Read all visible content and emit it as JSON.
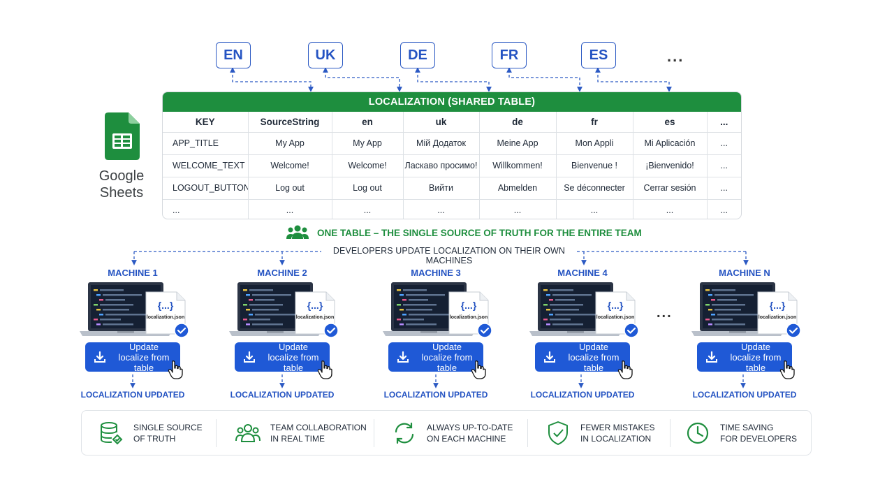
{
  "languages": [
    "EN",
    "UK",
    "DE",
    "FR",
    "ES"
  ],
  "languages_more": "...",
  "table": {
    "title": "LOCALIZATION (SHARED TABLE)",
    "headers": [
      "KEY",
      "SourceString",
      "en",
      "uk",
      "de",
      "fr",
      "es",
      "..."
    ],
    "rows": [
      [
        "APP_TITLE",
        "My App",
        "My App",
        "Мій Додаток",
        "Meine App",
        "Mon Appli",
        "Mi Aplicación",
        "..."
      ],
      [
        "WELCOME_TEXT",
        "Welcome!",
        "Welcome!",
        "Ласкаво просимо!",
        "Willkommen!",
        "Bienvenue !",
        "¡Bienvenido!",
        "..."
      ],
      [
        "LOGOUT_BUTTON",
        "Log out",
        "Log out",
        "Вийти",
        "Abmelden",
        "Se déconnecter",
        "Cerrar sesión",
        "..."
      ],
      [
        "...",
        "...",
        "...",
        "...",
        "...",
        "...",
        "...",
        "..."
      ]
    ]
  },
  "google_sheets": {
    "line1": "Google",
    "line2": "Sheets"
  },
  "single_source_text": "ONE TABLE – THE SINGLE SOURCE OF TRUTH FOR THE ENTIRE TEAM",
  "developers_text": "DEVELOPERS UPDATE LOCALIZATION ON THEIR OWN MACHINES",
  "machines": [
    {
      "label": "MACHINE 1",
      "file": "localization.json",
      "json_glyph": "{...}",
      "button": "Update localize from table",
      "status": "LOCALIZATION UPDATED"
    },
    {
      "label": "MACHINE 2",
      "file": "localization.json",
      "json_glyph": "{...}",
      "button": "Update localize from table",
      "status": "LOCALIZATION UPDATED"
    },
    {
      "label": "MACHINE 3",
      "file": "localization.json",
      "json_glyph": "{...}",
      "button": "Update localize from table",
      "status": "LOCALIZATION UPDATED"
    },
    {
      "label": "MACHINE 4",
      "file": "localization.json",
      "json_glyph": "{...}",
      "button": "Update localize from table",
      "status": "LOCALIZATION UPDATED"
    },
    {
      "label": "MACHINE N",
      "file": "localization.json",
      "json_glyph": "{...}",
      "button": "Update localize from table",
      "status": "LOCALIZATION UPDATED"
    }
  ],
  "machines_more": "...",
  "benefits": [
    {
      "icon": "database-check-icon",
      "title": "SINGLE SOURCE",
      "sub": "OF TRUTH"
    },
    {
      "icon": "team-icon",
      "title": "TEAM COLLABORATION",
      "sub": "IN REAL TIME"
    },
    {
      "icon": "sync-icon",
      "title": "ALWAYS UP-TO-DATE",
      "sub": "ON EACH MACHINE"
    },
    {
      "icon": "shield-check-icon",
      "title": "FEWER MISTAKES",
      "sub": "IN LOCALIZATION"
    },
    {
      "icon": "clock-icon",
      "title": "TIME SAVING",
      "sub": "FOR DEVELOPERS"
    }
  ],
  "colors": {
    "brand_green": "#1e8e3e",
    "accent_blue": "#1f59d6",
    "label_blue": "#2453c2",
    "benefit_green": "#1e8e3e"
  }
}
